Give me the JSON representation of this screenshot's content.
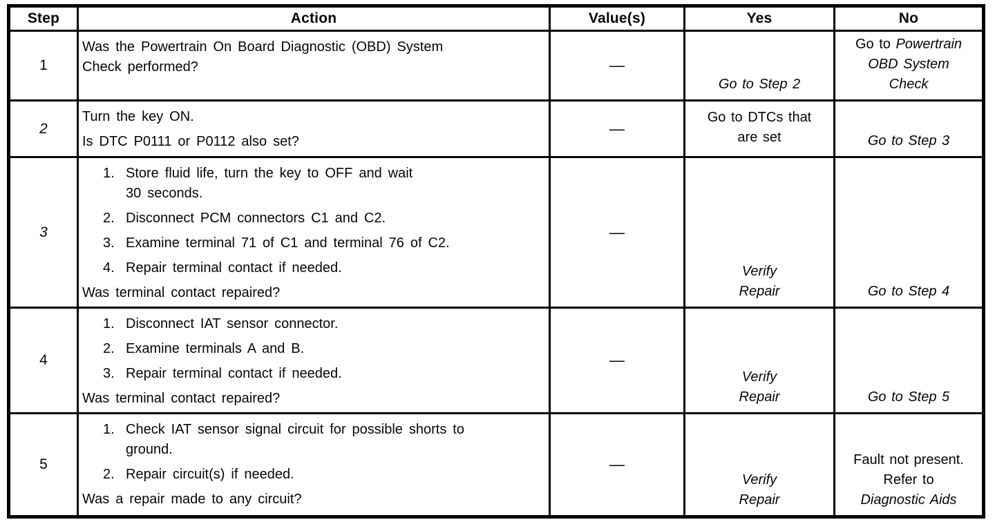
{
  "document": {
    "kind": "scanned diagnostic table"
  },
  "colors": {
    "ink": "#000000",
    "paper": "#ffffff"
  },
  "table": {
    "headers": [
      {
        "id": "step",
        "label": "Step"
      },
      {
        "id": "action",
        "label": "Action"
      },
      {
        "id": "value",
        "label": "Value(s)"
      },
      {
        "id": "yes",
        "label": "Yes"
      },
      {
        "id": "no",
        "label": "No"
      }
    ],
    "rows": [
      {
        "step": {
          "text": "1",
          "italic": false
        },
        "action": {
          "blocks": [
            {
              "kind": "plain",
              "lines": [
                "Was the Powertrain On Board Diagnostic (OBD) System",
                "Check performed?"
              ]
            }
          ]
        },
        "value": "—",
        "yes": {
          "valign": "bottom",
          "lines": [
            [
              {
                "t": "Go to Step 2",
                "i": true
              }
            ]
          ]
        },
        "no": {
          "valign": "middle",
          "lines": [
            [
              {
                "t": "Go to ",
                "i": false
              },
              {
                "t": "Powertrain",
                "i": true
              }
            ],
            [
              {
                "t": "OBD System",
                "i": true
              }
            ],
            [
              {
                "t": "Check",
                "i": true
              }
            ]
          ]
        }
      },
      {
        "step": {
          "text": "2",
          "italic": true
        },
        "action": {
          "blocks": [
            {
              "kind": "plain",
              "lines": [
                "Turn the key ON."
              ]
            },
            {
              "kind": "plain",
              "lines": [
                "Is DTC P0111 or P0112 also set?"
              ]
            }
          ]
        },
        "value": "—",
        "yes": {
          "valign": "middle",
          "lines": [
            [
              {
                "t": "Go to DTCs that",
                "i": false
              }
            ],
            [
              {
                "t": "are set",
                "i": false
              }
            ]
          ]
        },
        "no": {
          "valign": "bottom",
          "lines": [
            [
              {
                "t": "Go to Step 3",
                "i": true
              }
            ]
          ]
        }
      },
      {
        "step": {
          "text": "3",
          "italic": true
        },
        "action": {
          "blocks": [
            {
              "kind": "item",
              "num": "1.",
              "lines": [
                "Store fluid life, turn the key to OFF and wait",
                "30 seconds."
              ]
            },
            {
              "kind": "item",
              "num": "2.",
              "lines": [
                "Disconnect PCM connectors C1 and C2."
              ]
            },
            {
              "kind": "item",
              "num": "3.",
              "lines": [
                "Examine terminal 71 of C1 and terminal 76 of C2."
              ]
            },
            {
              "kind": "item",
              "num": "4.",
              "lines": [
                "Repair terminal contact if needed."
              ]
            },
            {
              "kind": "question",
              "lines": [
                "Was terminal contact repaired?"
              ]
            }
          ]
        },
        "value": "—",
        "yes": {
          "valign": "bottom",
          "lines": [
            [
              {
                "t": "Verify",
                "i": true
              }
            ],
            [
              {
                "t": "Repair",
                "i": true
              }
            ]
          ]
        },
        "no": {
          "valign": "bottom",
          "lines": [
            [
              {
                "t": "Go to Step 4",
                "i": true
              }
            ]
          ]
        }
      },
      {
        "step": {
          "text": "4",
          "italic": false
        },
        "action": {
          "blocks": [
            {
              "kind": "item",
              "num": "1.",
              "lines": [
                "Disconnect IAT sensor connector."
              ]
            },
            {
              "kind": "item",
              "num": "2.",
              "lines": [
                "Examine terminals A and B."
              ]
            },
            {
              "kind": "item",
              "num": "3.",
              "lines": [
                "Repair terminal contact if needed."
              ]
            },
            {
              "kind": "question",
              "lines": [
                "Was terminal contact repaired?"
              ]
            }
          ]
        },
        "value": "—",
        "yes": {
          "valign": "bottom",
          "lines": [
            [
              {
                "t": "Verify",
                "i": true
              }
            ],
            [
              {
                "t": "Repair",
                "i": true
              }
            ]
          ]
        },
        "no": {
          "valign": "bottom",
          "lines": [
            [
              {
                "t": "Go to Step 5",
                "i": true
              }
            ]
          ]
        }
      },
      {
        "step": {
          "text": "5",
          "italic": false
        },
        "action": {
          "blocks": [
            {
              "kind": "item",
              "num": "1.",
              "lines": [
                "Check IAT sensor signal circuit for possible shorts to",
                "ground."
              ]
            },
            {
              "kind": "item",
              "num": "2.",
              "lines": [
                "Repair circuit(s) if needed."
              ]
            },
            {
              "kind": "question",
              "lines": [
                "Was a repair made to any circuit?"
              ]
            }
          ]
        },
        "value": "—",
        "yes": {
          "valign": "bottom",
          "lines": [
            [
              {
                "t": "Verify",
                "i": true
              }
            ],
            [
              {
                "t": "Repair",
                "i": true
              }
            ]
          ]
        },
        "no": {
          "valign": "bottom",
          "lines": [
            [
              {
                "t": "Fault not present.",
                "i": false
              }
            ],
            [
              {
                "t": "Refer to",
                "i": false
              }
            ],
            [
              {
                "t": "Diagnostic Aids",
                "i": true
              }
            ]
          ]
        }
      }
    ]
  }
}
